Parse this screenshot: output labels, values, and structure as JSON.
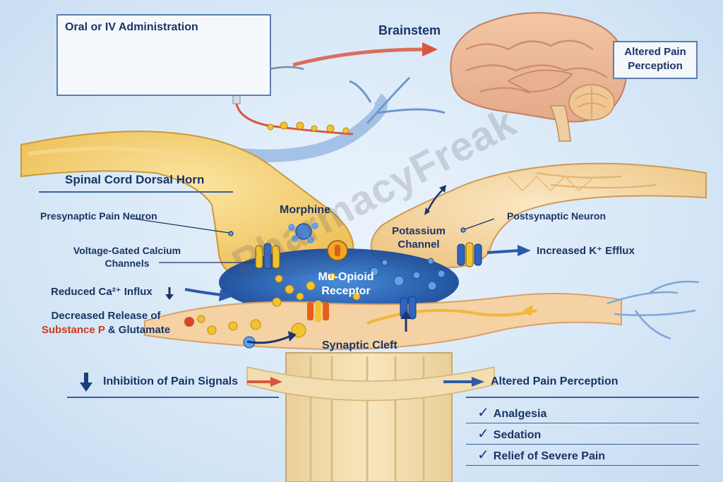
{
  "admin_box": {
    "title": "Oral or IV Administration"
  },
  "brain": {
    "title": "Brainstem",
    "box_label": "Altered Pain Perception"
  },
  "spinal": {
    "title": "Spinal Cord Dorsal Horn"
  },
  "labels": {
    "presynaptic": "Presynaptic Pain Neuron",
    "morphine": "Morphine",
    "potassium_line1": "Potassium",
    "potassium_line2": "Channel",
    "postsynaptic": "Postsynaptic Neuron",
    "vgcc_line1": "Voltage-Gated Calcium",
    "vgcc_line2": "Channels",
    "mu_line1": "Mu-Opioid",
    "mu_line2": "Receptor",
    "k_efflux": "Increased K⁺ Efflux",
    "ca_influx": "Reduced Ca²⁺ Influx",
    "release_line1": "Decreased Release of",
    "substance_p": "Substance P",
    "glutamate": "& Glutamate",
    "cleft": "Synaptic Cleft"
  },
  "bottom": {
    "inhibition": "Inhibition of Pain Signals",
    "perception": "Altered Pain Perception",
    "effects": [
      "Analgesia",
      "Sedation",
      "Relief of Severe Pain"
    ]
  },
  "watermark": "PharmacyFreak",
  "colors": {
    "accent": "#1b3466",
    "arrow_red": "#d9573f",
    "neuron_yellow": "#f3cf6d",
    "receptor_blue": "#1f56a8",
    "substance_p": "#d0391c"
  }
}
